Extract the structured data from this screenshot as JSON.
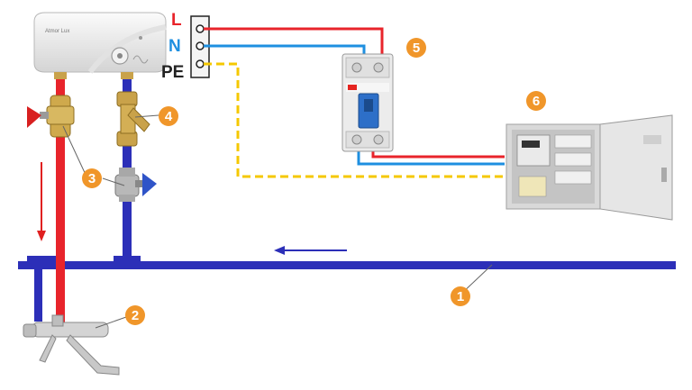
{
  "terminals": {
    "live": "L",
    "neutral": "N",
    "earth": "PE"
  },
  "heater": {
    "brand": "Atmor Lux"
  },
  "callouts": [
    "1",
    "2",
    "3",
    "4",
    "5",
    "6"
  ],
  "colors": {
    "live_wire": "#e8242b",
    "neutral_wire": "#1e8fe0",
    "earth_wire": "#f5c800",
    "hot_pipe": "#e8242b",
    "cold_pipe": "#2c2fb8",
    "badge": "#f0962a",
    "flow_arrow_hot": "#e02020",
    "flow_arrow_cold": "#2c2fb8"
  },
  "icons": {
    "heater": "water-heater-icon",
    "rcd": "rcd-breaker-icon",
    "panel": "distribution-board-icon",
    "faucet": "mixer-faucet-icon"
  }
}
